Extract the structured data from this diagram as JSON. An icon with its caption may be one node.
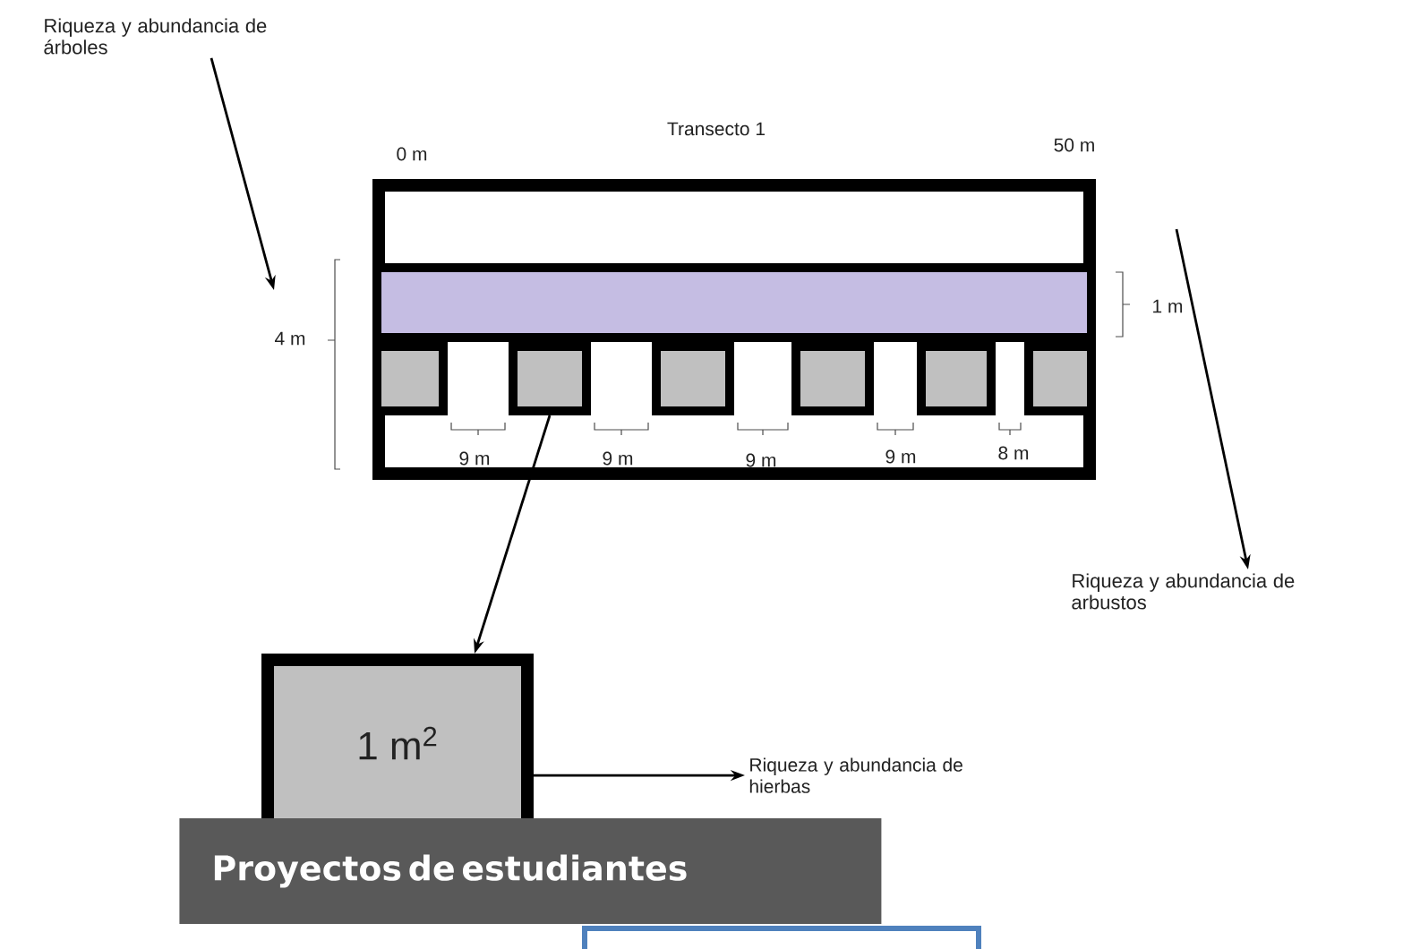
{
  "diagram": {
    "title": "Transecto 1",
    "nodes": [
      {
        "text": [
          "Riqueza y abundancia de árboles"
        ]
      },
      {
        "text": [],
        "shape": "box"
      },
      {
        "text": [],
        "shape": "box",
        "in": 1
      },
      {
        "text": [],
        "shape": "box",
        "in": 1
      },
      {
        "text": [],
        "shape": "box",
        "in": 1
      },
      {
        "text": [],
        "shape": "box",
        "in": 1
      },
      {
        "text": [],
        "shape": "box",
        "in": 1
      },
      {
        "text": [],
        "shape": "box",
        "in": 1
      },
      {
        "text": [],
        "shape": "box",
        "in": 1
      },
      {
        "text": [
          "1 m$^{2}$"
        ]
      },
      {
        "text": [
          "Riqueza y abundancia de arbustos"
        ]
      },
      {
        "text": [
          "Riqueza y abundancia de hierbas"
        ]
      },
      {
        "text": [
          "Proyectos de estudiantes"
        ]
      },
      {
        "text": [],
        "shape": "box"
      }
    ],
    "edges": [
      {
        "from": 0,
        "to": null,
        "arrow": "to"
      },
      {
        "from": null,
        "to": 10,
        "arrow": "to"
      },
      {
        "from": 4,
        "to": 9,
        "arrow": "to"
      },
      {
        "from": 9,
        "to": 11,
        "arrow": "to"
      }
    ],
    "labels": [
      "0 m",
      "50 m",
      "4 m",
      "1 m",
      "9 m",
      "9 m",
      "9 m",
      "9 m",
      "8 m"
    ]
  }
}
